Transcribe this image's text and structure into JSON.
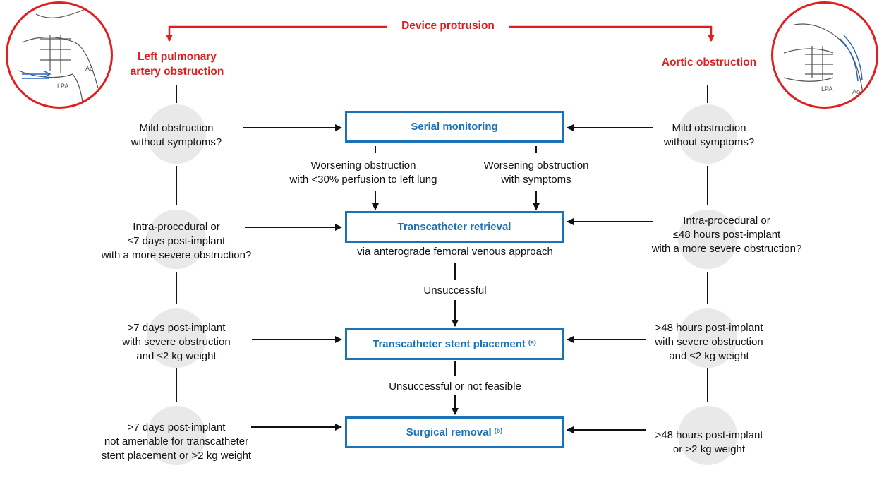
{
  "top": {
    "protrusion_label": "Device protrusion"
  },
  "left": {
    "heading": "Left pulmonary artery obstruction",
    "heading_line1": "Left pulmonary",
    "heading_line2": "artery obstruction",
    "sketch_labels": {
      "lpa": "LPA",
      "ao": "Ao"
    },
    "criteria": [
      {
        "lines": [
          "Mild obstruction",
          "without symptoms?"
        ]
      },
      {
        "lines": [
          "Intra-procedural or",
          "≤7 days post-implant",
          "with a more severe obstruction?"
        ]
      },
      {
        "lines": [
          ">7 days post-implant",
          "with severe obstruction",
          "and ≤2 kg weight"
        ]
      },
      {
        "lines": [
          ">7 days post-implant",
          "not amenable for transcatheter",
          "stent placement or >2 kg weight"
        ]
      }
    ]
  },
  "right": {
    "heading": "Aortic obstruction",
    "sketch_labels": {
      "lpa": "LPA",
      "ao": "Ao"
    },
    "criteria": [
      {
        "lines": [
          "Mild obstruction",
          "without symptoms?"
        ]
      },
      {
        "lines": [
          "Intra-procedural or",
          "≤48 hours post-implant",
          "with a more severe obstruction?"
        ]
      },
      {
        "lines": [
          ">48 hours post-implant",
          "with severe obstruction",
          "and ≤2 kg weight"
        ]
      },
      {
        "lines": [
          ">48 hours post-implant",
          "or >2 kg weight"
        ]
      }
    ]
  },
  "center": {
    "boxes": {
      "serial": "Serial monitoring",
      "retrieval": "Transcatheter retrieval",
      "stent": "Transcatheter stent placement",
      "stent_note": "(a)",
      "surgery": "Surgical removal",
      "surgery_note": "(b)"
    },
    "serial_outcomes": {
      "left": [
        "Worsening obstruction",
        "with <30% perfusion to left lung"
      ],
      "right": [
        "Worsening obstruction",
        "with symptoms"
      ]
    },
    "retrieval_approach": "via anterograde femoral venous approach",
    "unsuccessful": "Unsuccessful",
    "unsuccessful_or_not_feasible": "Unsuccessful or not feasible"
  },
  "colors": {
    "red": "#e01e1e",
    "blue": "#1b72b7",
    "circle_fill": "#e9e9e9",
    "line": "#111111"
  }
}
